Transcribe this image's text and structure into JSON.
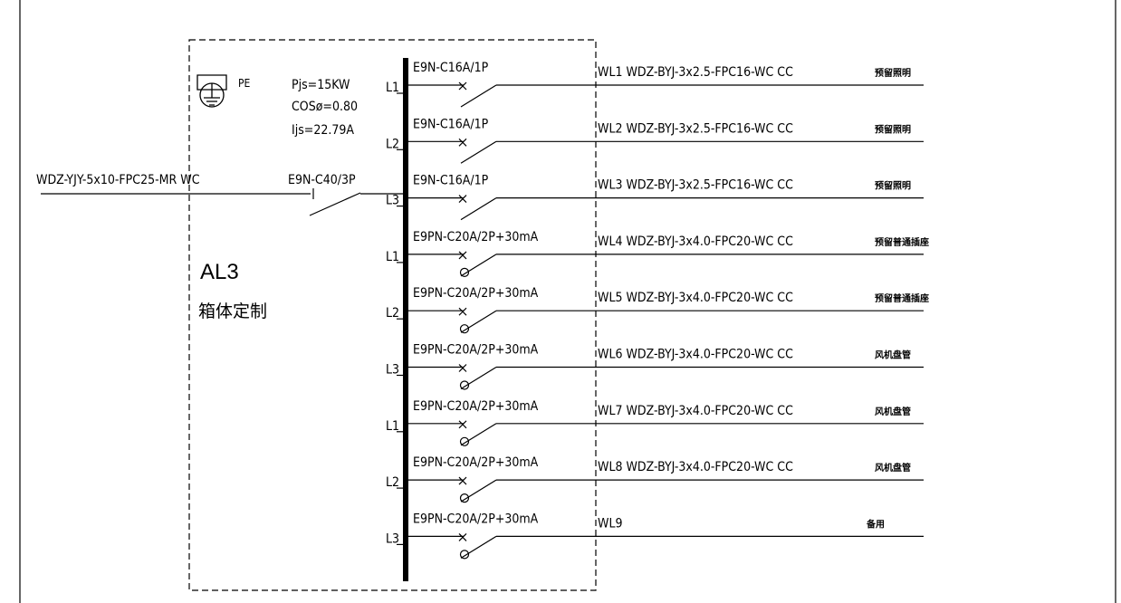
{
  "panel": {
    "name": "AL3",
    "note": "箱体定制",
    "pe_label": "PE",
    "pjs": "Pjs=15KW",
    "cos": "COSø=0.80",
    "ijs": "Ijs=22.79A"
  },
  "incoming": {
    "cable": "WDZ-YJY-5x10-FPC25-MR WC",
    "breaker": "E9N-C40/3P"
  },
  "circuits": [
    {
      "phase": "L1",
      "breaker": "E9N-C16A/1P",
      "circuit": "WL1 WDZ-BYJ-3x2.5-FPC16-WC CC",
      "use": "预留照明",
      "rcd": false
    },
    {
      "phase": "L2",
      "breaker": "E9N-C16A/1P",
      "circuit": "WL2 WDZ-BYJ-3x2.5-FPC16-WC CC",
      "use": "预留照明",
      "rcd": false
    },
    {
      "phase": "L3",
      "breaker": "E9N-C16A/1P",
      "circuit": "WL3 WDZ-BYJ-3x2.5-FPC16-WC CC",
      "use": "预留照明",
      "rcd": false
    },
    {
      "phase": "L1",
      "breaker": "E9PN-C20A/2P+30mA",
      "circuit": "WL4 WDZ-BYJ-3x4.0-FPC20-WC CC",
      "use": "预留普通插座",
      "rcd": true
    },
    {
      "phase": "L2",
      "breaker": "E9PN-C20A/2P+30mA",
      "circuit": "WL5 WDZ-BYJ-3x4.0-FPC20-WC CC",
      "use": "预留普通插座",
      "rcd": true
    },
    {
      "phase": "L3",
      "breaker": "E9PN-C20A/2P+30mA",
      "circuit": "WL6 WDZ-BYJ-3x4.0-FPC20-WC CC",
      "use": "风机盘管",
      "rcd": true
    },
    {
      "phase": "L1",
      "breaker": "E9PN-C20A/2P+30mA",
      "circuit": "WL7 WDZ-BYJ-3x4.0-FPC20-WC CC",
      "use": "风机盘管",
      "rcd": true
    },
    {
      "phase": "L2",
      "breaker": "E9PN-C20A/2P+30mA",
      "circuit": "WL8 WDZ-BYJ-3x4.0-FPC20-WC CC",
      "use": "风机盘管",
      "rcd": true
    },
    {
      "phase": "L3",
      "breaker": "E9PN-C20A/2P+30mA",
      "circuit": "WL9",
      "use": "备用",
      "rcd": true
    }
  ]
}
